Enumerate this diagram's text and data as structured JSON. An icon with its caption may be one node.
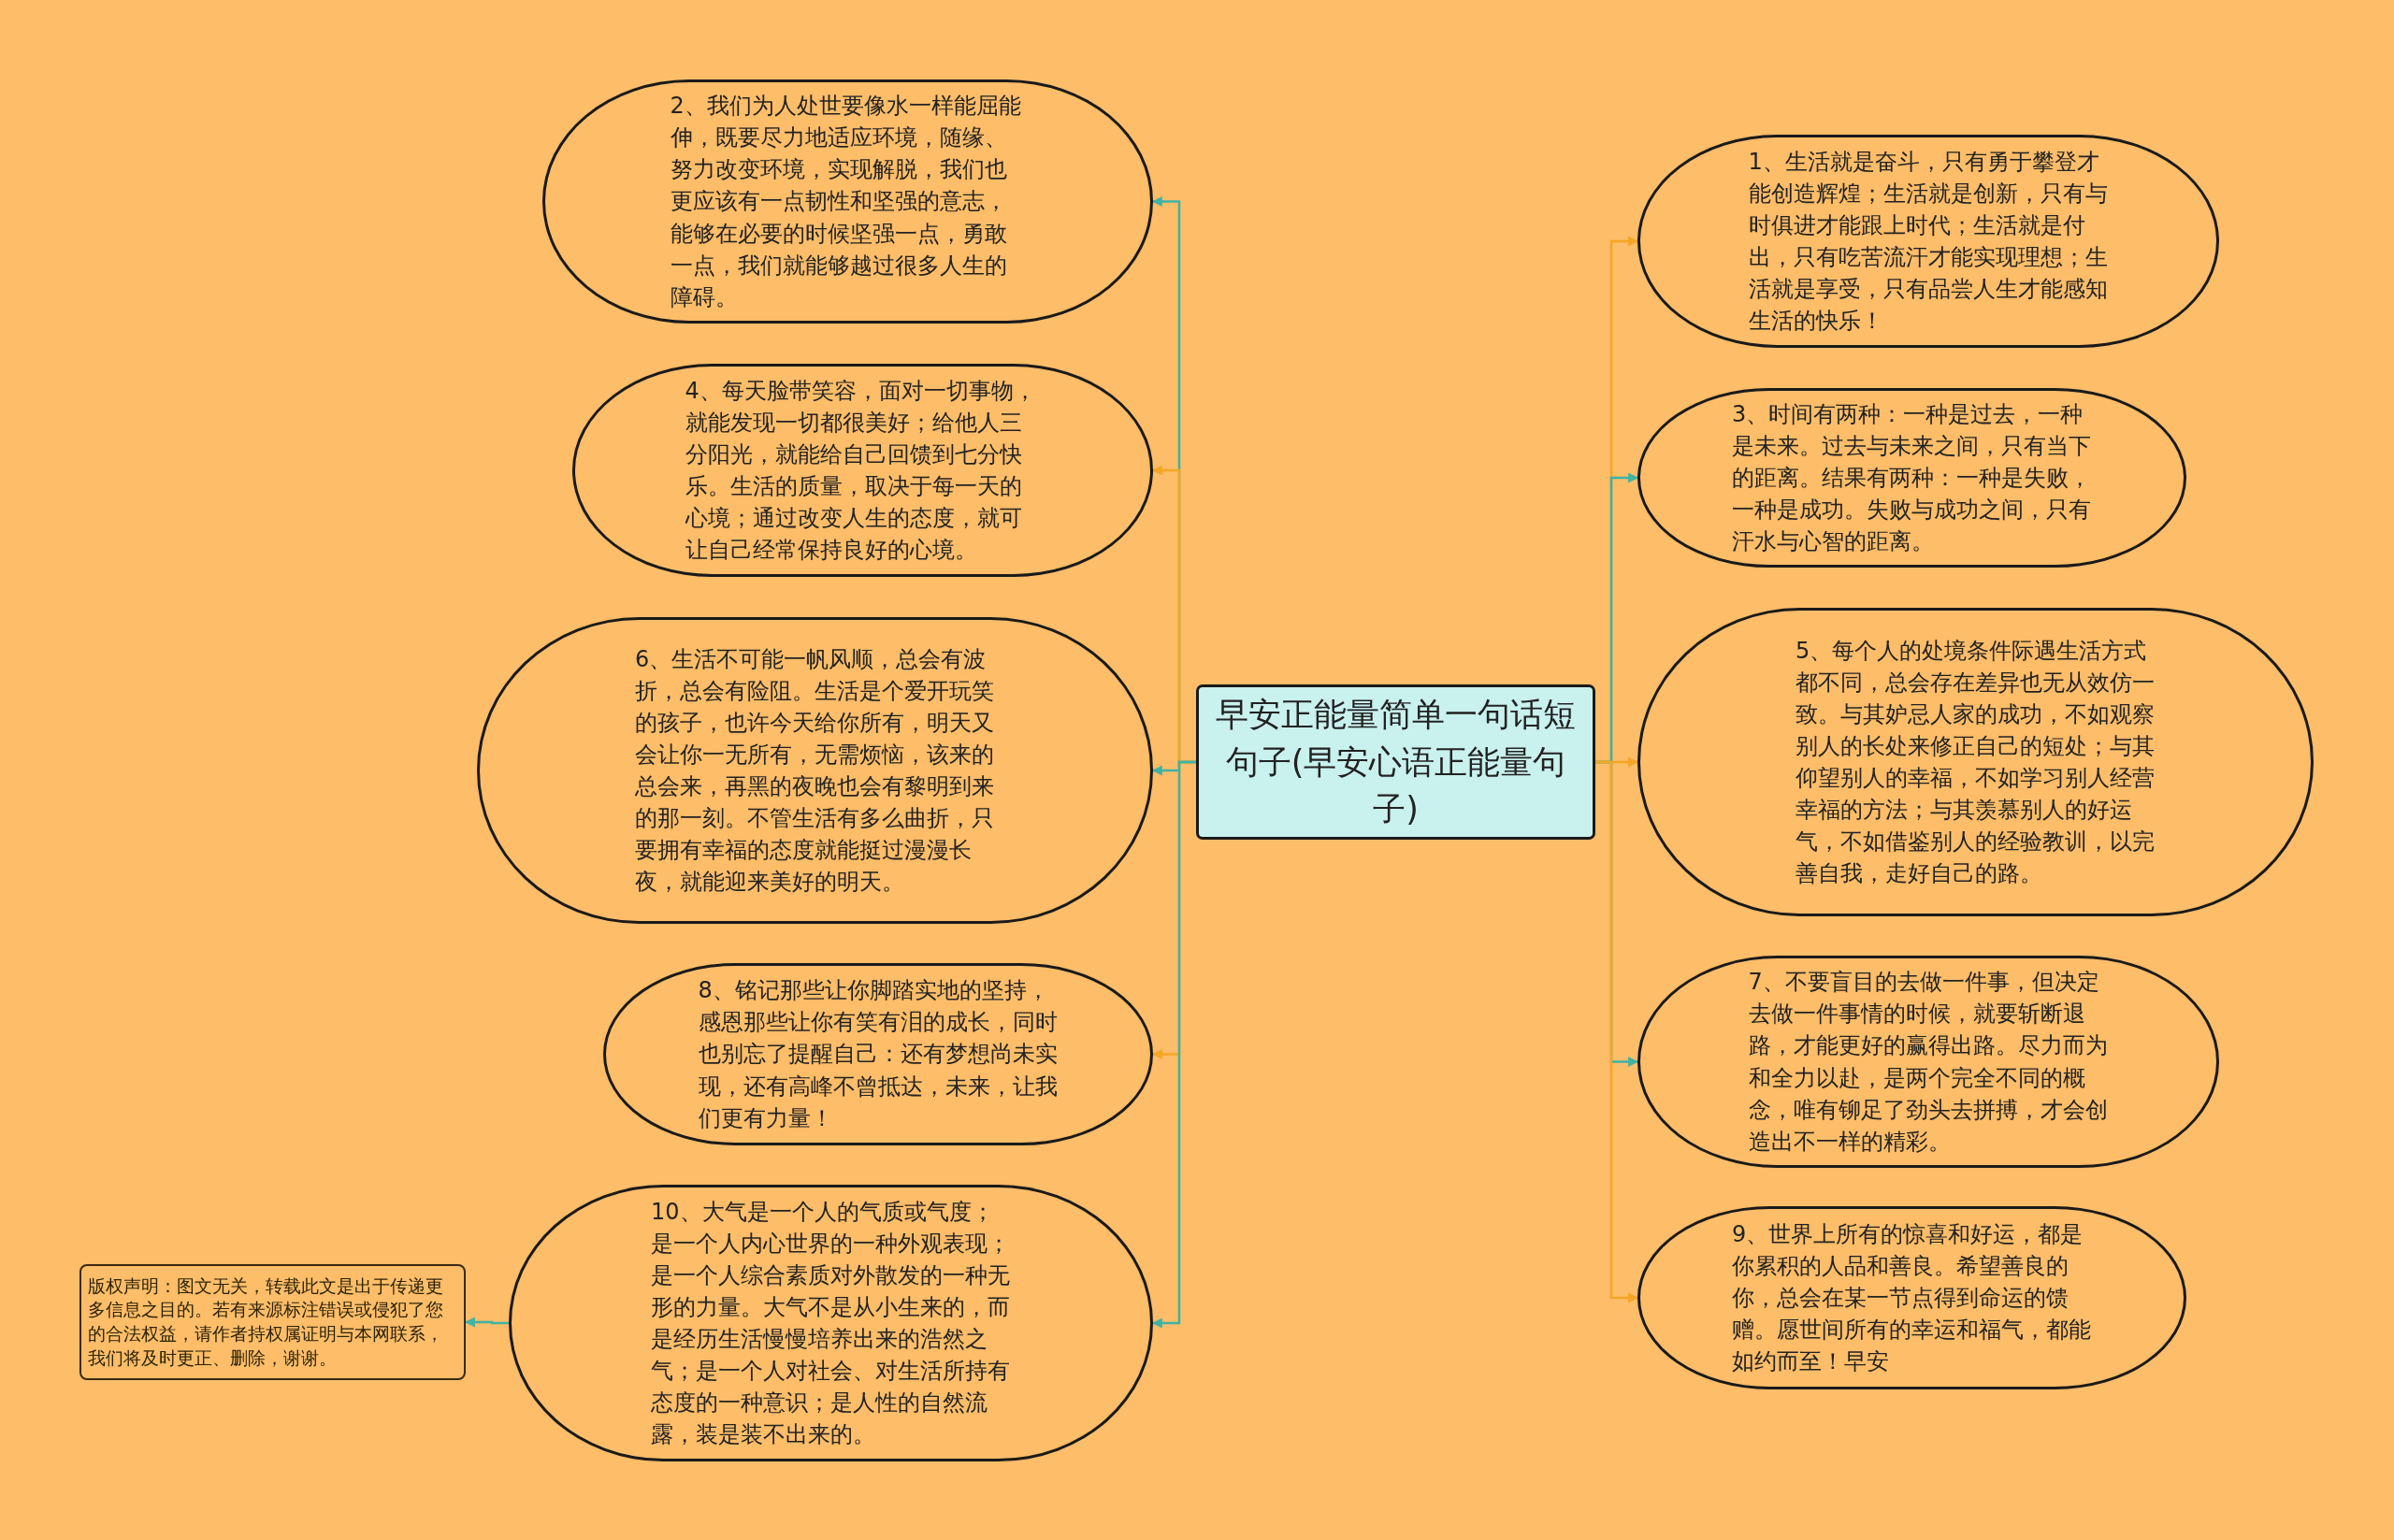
{
  "diagram": {
    "nodes": [
      {
        "text": [
          "早安正能量简单一句话短句子(早安心语正能量句子)"
        ]
      },
      {
        "text": [
          "2、我们为人处世要像水一样能屈能伸，既要尽力地适应环境，随缘、努力改变环境，实现解脱，我们也更应该有一点韧性和坚强的意志，能够在必要的时候坚强一点，勇敢一点，我们就能够越过很多人生的障碍。"
        ]
      },
      {
        "text": [
          "4、每天脸带笑容，面对一切事物，就能发现一切都很美好；给他人三分阳光，就能给自己回馈到七分快乐。生活的质量，取决于每一天的心境；通过改变人生的态度，就可让自己经常保持良好的心境。"
        ]
      },
      {
        "text": [
          "6、生活不可能一帆风顺，总会有波折，总会有险阻。生活是个爱开玩笑的孩子，也许今天给你所有，明天又会让你一无所有，无需烦恼，该来的总会来，再黑的夜晚也会有黎明到来的那一刻。不管生活有多么曲折，只要拥有幸福的态度就能挺过漫漫长夜，就能迎来美好的明天。"
        ]
      },
      {
        "text": [
          "8、铭记那些让你脚踏实地的坚持，感恩那些让你有笑有泪的成长，同时也别忘了提醒自己：还有梦想尚未实现，还有高峰不曾抵达，未来，让我们更有力量！"
        ]
      },
      {
        "text": [
          "10、大气是一个人的气质或气度；是一个人内心世界的一种外观表现；是一个人综合素质对外散发的一种无形的力量。大气不是从小生来的，而是经历生活慢慢培养出来的浩然之气；是一个人对社会、对生活所持有态度的一种意识；是人性的自然流露，装是装不出来的。"
        ]
      },
      {
        "text": [
          "1、生活就是奋斗，只有勇于攀登才能创造辉煌；生活就是创新，只有与时俱进才能跟上时代；生活就是付出，只有吃苦流汗才能实现理想；生活就是享受，只有品尝人生才能感知生活的快乐！"
        ]
      },
      {
        "text": [
          "3、时间有两种：一种是过去，一种是未来。过去与未来之间，只有当下的距离。结果有两种：一种是失败，一种是成功。失败与成功之间，只有汗水与心智的距离。"
        ]
      },
      {
        "text": [
          "5、每个人的处境条件际遇生活方式都不同，总会存在差异也无从效仿一致。与其妒忌人家的成功，不如观察别人的长处来修正自己的短处；与其仰望别人的幸福，不如学习别人经营幸福的方法；与其羡慕别人的好运气，不如借鉴别人的经验教训，以完善自我，走好自己的路。"
        ]
      },
      {
        "text": [
          "7、不要盲目的去做一件事，但决定去做一件事情的时候，就要斩断退路，才能更好的赢得出路。尽力而为和全力以赴，是两个完全不同的概念，唯有铆足了劲头去拼搏，才会创造出不一样的精彩。"
        ]
      },
      {
        "text": [
          "9、世界上所有的惊喜和好运，都是你累积的人品和善良。希望善良的你，总会在某一节点得到命运的馈赠。愿世间所有的幸运和福气，都能如约而至！早安"
        ]
      },
      {
        "text": [
          "版权声明：图文无关，转载此文是出于传递更多信息之目的。若有来源标注错误或侵犯了您的合法权益，请作者持权属证明与本网联系，我们将及时更正、删除，谢谢。"
        ]
      }
    ],
    "edges": [
      {
        "from": 0,
        "to": 1,
        "arrow": "to"
      },
      {
        "from": 0,
        "to": 2,
        "arrow": "to",
        "color": "#f5a623"
      },
      {
        "from": 0,
        "to": 3,
        "arrow": "to"
      },
      {
        "from": 0,
        "to": 4,
        "arrow": "to",
        "color": "#f5a623"
      },
      {
        "from": 0,
        "to": 5,
        "arrow": "to"
      },
      {
        "from": 0,
        "to": 6,
        "arrow": "to",
        "color": "#f5a623"
      },
      {
        "from": 0,
        "to": 7,
        "arrow": "to"
      },
      {
        "from": 0,
        "to": 8,
        "arrow": "to",
        "color": "#f5a623"
      },
      {
        "from": 0,
        "to": 9,
        "arrow": "to"
      },
      {
        "from": 0,
        "to": 10,
        "arrow": "to",
        "color": "#f5a623"
      },
      {
        "from": 5,
        "to": 11,
        "arrow": "to"
      }
    ]
  }
}
